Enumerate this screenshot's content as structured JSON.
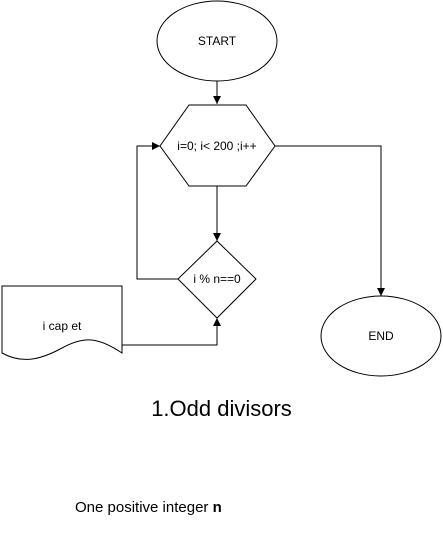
{
  "colors": {
    "stroke": "#000000",
    "fill": "#ffffff",
    "text": "#000000"
  },
  "nodes": {
    "start": {
      "label": "START"
    },
    "loop": {
      "label": "i=0; i< 200 ;i++"
    },
    "condition": {
      "label": "i % n==0"
    },
    "output": {
      "label": "i cap et"
    },
    "end": {
      "label": "END"
    }
  },
  "title": "1.Odd divisors",
  "description": {
    "text": "One positive integer ",
    "variable": "n"
  }
}
